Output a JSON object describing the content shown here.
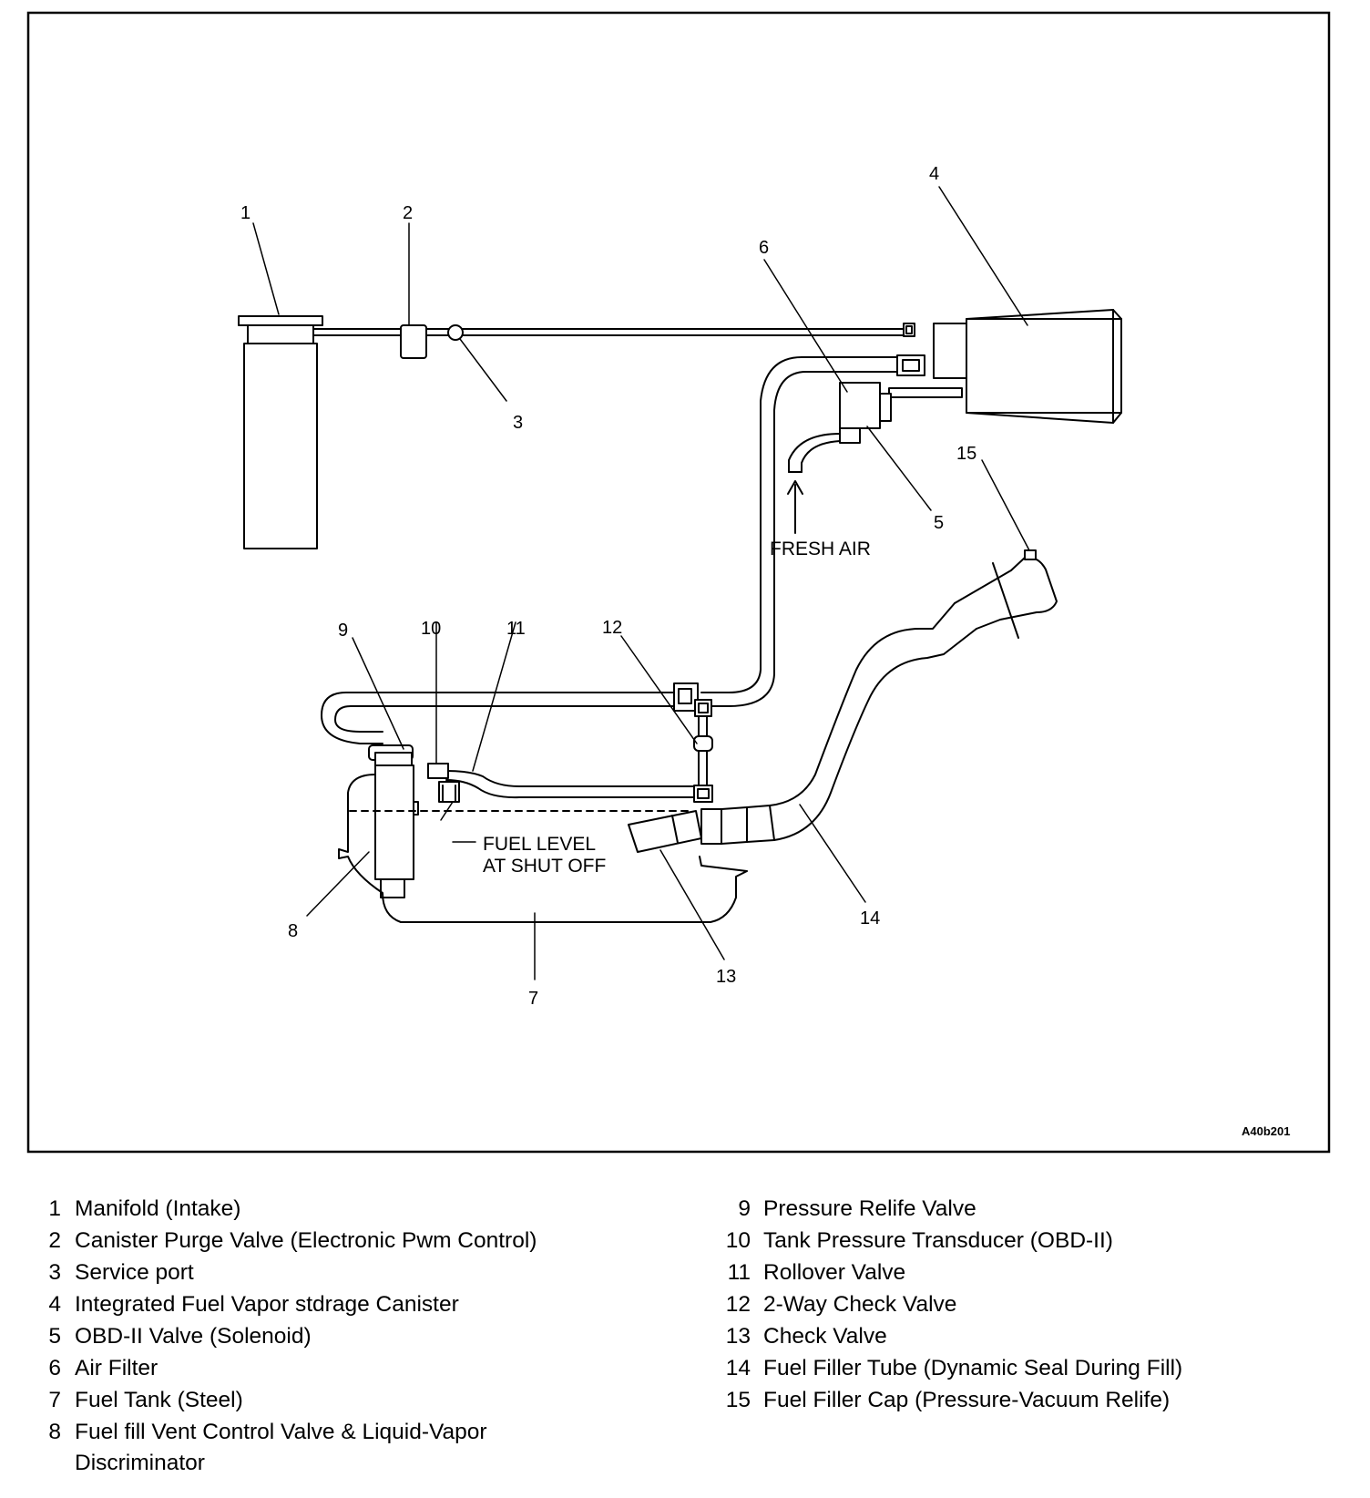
{
  "figure": {
    "code": "A40b201",
    "notes": {
      "fresh_air": "FRESH AIR",
      "fuel_level_line1": "FUEL LEVEL",
      "fuel_level_line2": "AT SHUT OFF"
    },
    "callouts": [
      "1",
      "2",
      "3",
      "4",
      "5",
      "6",
      "7",
      "8",
      "9",
      "10",
      "11",
      "12",
      "13",
      "14",
      "15"
    ]
  },
  "legend": {
    "items": [
      {
        "num": "1",
        "text": "Manifold (Intake)"
      },
      {
        "num": "2",
        "text": "Canister Purge Valve (Electronic Pwm Control)"
      },
      {
        "num": "3",
        "text": "Service port"
      },
      {
        "num": "4",
        "text": "Integrated Fuel Vapor stdrage Canister"
      },
      {
        "num": "5",
        "text": "OBD-II Valve (Solenoid)"
      },
      {
        "num": "6",
        "text": "Air Filter"
      },
      {
        "num": "7",
        "text": "Fuel Tank (Steel)"
      },
      {
        "num": "8",
        "text": "Fuel fill Vent Control Valve & Liquid-Vapor Discriminator"
      },
      {
        "num": "9",
        "text": "Pressure Relife Valve"
      },
      {
        "num": "10",
        "text": "Tank Pressure Transducer (OBD-II)"
      },
      {
        "num": "11",
        "text": "Rollover Valve"
      },
      {
        "num": "12",
        "text": "2-Way Check Valve"
      },
      {
        "num": "13",
        "text": "Check Valve"
      },
      {
        "num": "14",
        "text": "Fuel Filler Tube (Dynamic Seal During Fill)"
      },
      {
        "num": "15",
        "text": "Fuel Filler Cap (Pressure-Vacuum Relife)"
      }
    ]
  }
}
